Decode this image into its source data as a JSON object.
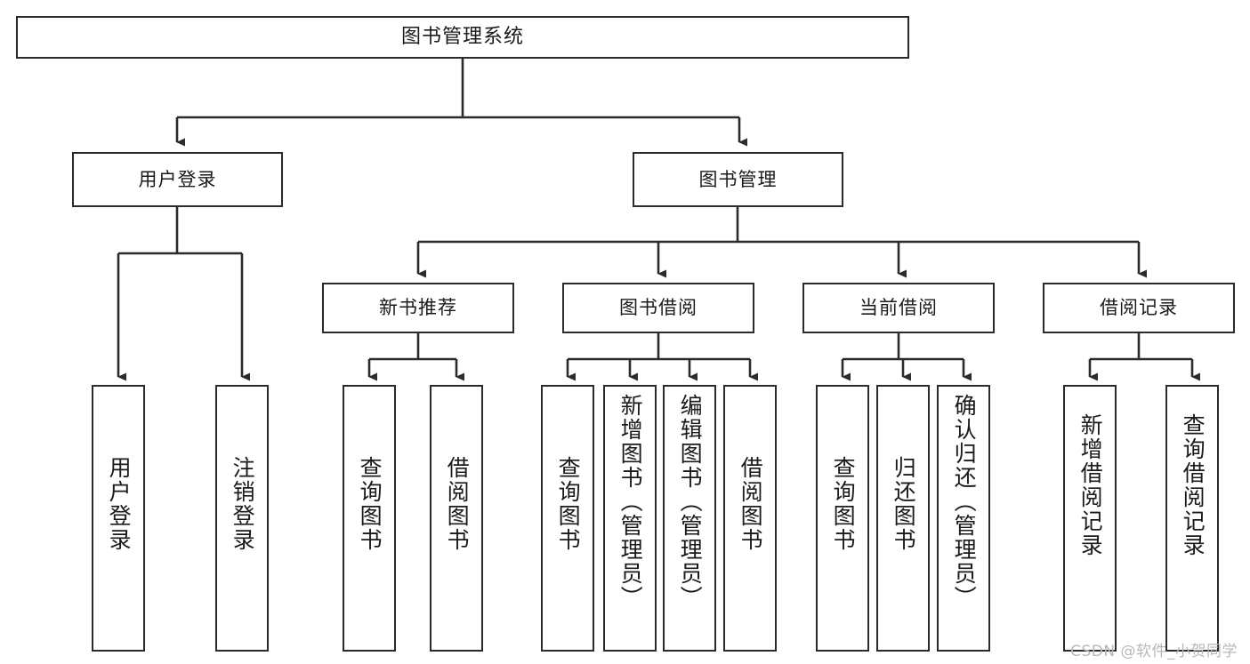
{
  "diagram": {
    "type": "tree-hierarchy",
    "title": "图书管理系统",
    "watermark": "CSDN @软件_小贺同学",
    "colors": {
      "box_stroke": "#2b2b2b",
      "box_fill": "#ffffff",
      "connector": "#2b2b2b",
      "text": "#1a1a1a",
      "watermark": "#b8b8b8"
    },
    "nodes": {
      "root": {
        "label": "图书管理系统"
      },
      "level2": [
        {
          "label": "用户登录"
        },
        {
          "label": "图书管理"
        }
      ],
      "level3": [
        {
          "label": "新书推荐"
        },
        {
          "label": "图书借阅"
        },
        {
          "label": "当前借阅"
        },
        {
          "label": "借阅记录"
        }
      ],
      "leaves": {
        "user_login": [
          {
            "label": "用户登录"
          },
          {
            "label": "注销登录"
          }
        ],
        "new_book": [
          {
            "label": "查询图书"
          },
          {
            "label": "借阅图书"
          }
        ],
        "book_borrow": [
          {
            "label": "查询图书"
          },
          {
            "label": "新增图书（管理员）"
          },
          {
            "label": "编辑图书（管理员）"
          },
          {
            "label": "借阅图书"
          }
        ],
        "current_borrow": [
          {
            "label": "查询图书"
          },
          {
            "label": "归还图书"
          },
          {
            "label": "确认归还（管理员）"
          }
        ],
        "borrow_record": [
          {
            "label": "新增借阅记录"
          },
          {
            "label": "查询借阅记录"
          }
        ]
      }
    },
    "edges": [
      {
        "from": "图书管理系统",
        "to": "用户登录"
      },
      {
        "from": "图书管理系统",
        "to": "图书管理"
      },
      {
        "from": "图书管理",
        "to": "新书推荐"
      },
      {
        "from": "图书管理",
        "to": "图书借阅"
      },
      {
        "from": "图书管理",
        "to": "当前借阅"
      },
      {
        "from": "图书管理",
        "to": "借阅记录"
      },
      {
        "from": "用户登录",
        "to": "用户登录"
      },
      {
        "from": "用户登录",
        "to": "注销登录"
      },
      {
        "from": "新书推荐",
        "to": "查询图书"
      },
      {
        "from": "新书推荐",
        "to": "借阅图书"
      },
      {
        "from": "图书借阅",
        "to": "查询图书"
      },
      {
        "from": "图书借阅",
        "to": "新增图书（管理员）"
      },
      {
        "from": "图书借阅",
        "to": "编辑图书（管理员）"
      },
      {
        "from": "图书借阅",
        "to": "借阅图书"
      },
      {
        "from": "当前借阅",
        "to": "查询图书"
      },
      {
        "from": "当前借阅",
        "to": "归还图书"
      },
      {
        "from": "当前借阅",
        "to": "确认归还（管理员）"
      },
      {
        "from": "借阅记录",
        "to": "新增借阅记录"
      },
      {
        "from": "借阅记录",
        "to": "查询借阅记录"
      }
    ]
  }
}
